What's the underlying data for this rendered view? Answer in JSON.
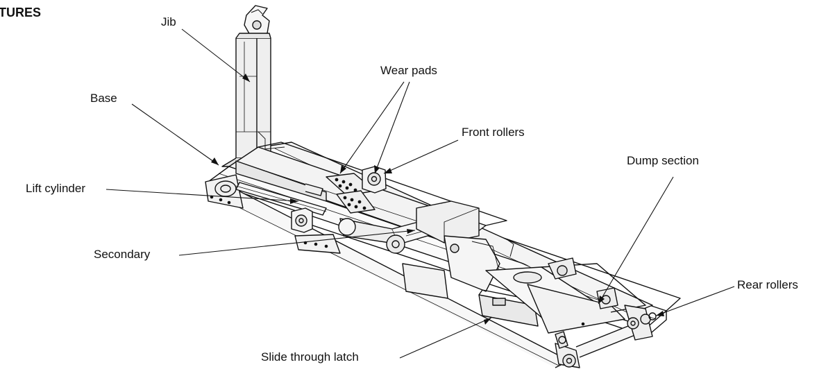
{
  "heading": "TURES",
  "labels": {
    "jib": "Jib",
    "wear_pads": "Wear pads",
    "base": "Base",
    "front_rollers": "Front rollers",
    "dump_section": "Dump section",
    "lift_cylinder": "Lift cylinder",
    "secondary": "Secondary",
    "rear_rollers": "Rear rollers",
    "slide_through_latch": "Slide through latch"
  }
}
